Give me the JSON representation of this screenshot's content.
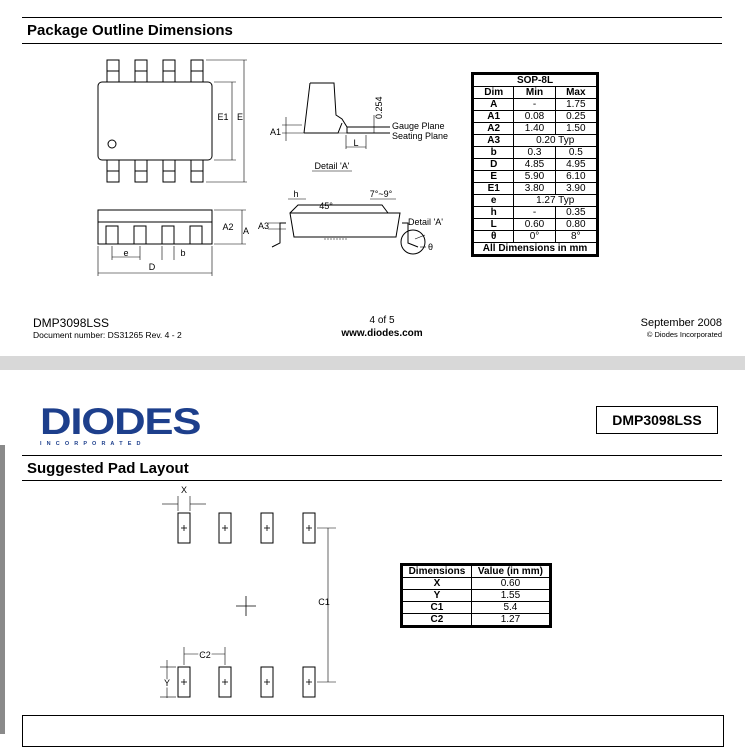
{
  "page1": {
    "section_title": "Package Outline Dimensions",
    "table": {
      "title": "SOP-8L",
      "headers": [
        "Dim",
        "Min",
        "Max"
      ],
      "rows": [
        {
          "dim": "A",
          "min": "-",
          "max": "1.75"
        },
        {
          "dim": "A1",
          "min": "0.08",
          "max": "0.25"
        },
        {
          "dim": "A2",
          "min": "1.40",
          "max": "1.50"
        },
        {
          "dim": "A3",
          "typ": "0.20 Typ"
        },
        {
          "dim": "b",
          "min": "0.3",
          "max": "0.5"
        },
        {
          "dim": "D",
          "min": "4.85",
          "max": "4.95"
        },
        {
          "dim": "E",
          "min": "5.90",
          "max": "6.10"
        },
        {
          "dim": "E1",
          "min": "3.80",
          "max": "3.90"
        },
        {
          "dim": "e",
          "typ": "1.27 Typ"
        },
        {
          "dim": "h",
          "min": "-",
          "max": "0.35"
        },
        {
          "dim": "L",
          "min": "0.60",
          "max": "0.80"
        },
        {
          "dim": "θ",
          "min": "0°",
          "max": "8°"
        }
      ],
      "footer": "All Dimensions in mm"
    },
    "drawing_labels": {
      "e1": "E1",
      "e": "E",
      "a1": "A1",
      "dim_0254": "0.254",
      "gauge_plane": "Gauge Plane",
      "seating_plane": "Seating Plane",
      "l": "L",
      "detail_a": "Detail 'A'",
      "h": "h",
      "deg45": "45°",
      "angle_range": "7°~9°",
      "a2": "A2",
      "a": "A",
      "a3": "A3",
      "detail_a_callout": "Detail 'A'",
      "theta": "θ",
      "pitch_e": "e",
      "b": "b",
      "d": "D"
    },
    "footer": {
      "part_number": "DMP3098LSS",
      "document_number": "Document number: DS31265 Rev. 4 - 2",
      "page": "4 of 5",
      "website": "www.diodes.com",
      "date": "September 2008",
      "copyright": "© Diodes Incorporated"
    }
  },
  "page2": {
    "logo_text": "DIODES",
    "logo_subtext": "I N C O R P O R A T E D",
    "part_number_box": "DMP3098LSS",
    "section_title": "Suggested Pad Layout",
    "drawing_labels": {
      "x": "X",
      "c1": "C1",
      "c2": "C2",
      "y": "Y"
    },
    "table": {
      "headers": [
        "Dimensions",
        "Value (in mm)"
      ],
      "rows": [
        {
          "dim": "X",
          "value": "0.60"
        },
        {
          "dim": "Y",
          "value": "1.55"
        },
        {
          "dim": "C1",
          "value": "5.4"
        },
        {
          "dim": "C2",
          "value": "1.27"
        }
      ]
    }
  }
}
